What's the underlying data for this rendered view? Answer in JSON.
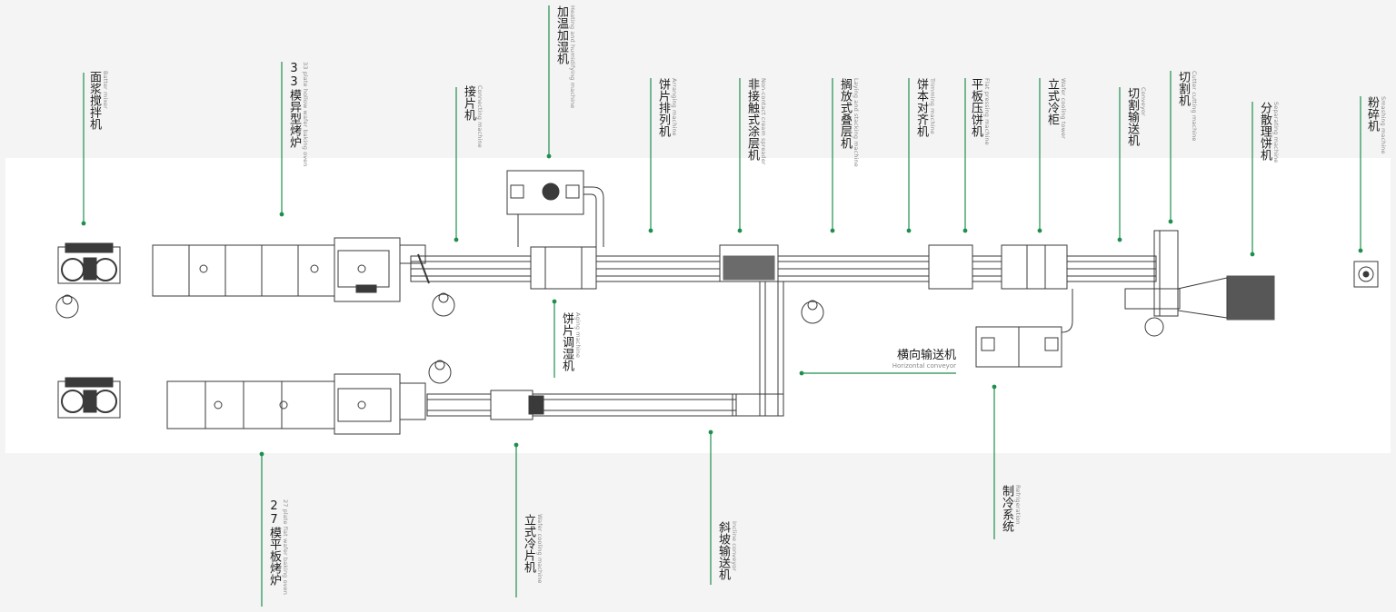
{
  "colors": {
    "leader": "#1e8f4e",
    "machine": "#3a3a3a",
    "band": "#ffffff",
    "page": "#f4f4f4"
  },
  "labels": {
    "batter_mixer": {
      "zh": "面浆搅拌机",
      "en": "Batter mixer"
    },
    "oven_33": {
      "zh": "33模异型烤炉",
      "en": "33 plate hollow wafer baking oven"
    },
    "connecting": {
      "zh": "接片机",
      "en": "Connecting machine"
    },
    "heating": {
      "zh": "加温加湿机",
      "en": "Heating and humidifying machine"
    },
    "arranging": {
      "zh": "饼片排列机",
      "en": "Arranging machine"
    },
    "cream_spreader": {
      "zh": "非接触式涂层机",
      "en": "Non-contact cream spreader"
    },
    "stacking": {
      "zh": "搁放式叠层机",
      "en": "Laying and stacking machine"
    },
    "trimming": {
      "zh": "饼本对齐机",
      "en": "Trimming machine"
    },
    "flat_pressing": {
      "zh": "平板压饼机",
      "en": "Flat pressing machine"
    },
    "cooling_tower": {
      "zh": "立式冷柜",
      "en": "Wafer cooling tower"
    },
    "conveyor": {
      "zh": "切割输送机",
      "en": "Conveyor"
    },
    "cutting": {
      "zh": "切割机",
      "en": "Cutter cutting machine"
    },
    "separating": {
      "zh": "分散理饼机",
      "en": "Separating machine"
    },
    "smashing": {
      "zh": "粉碎机",
      "en": "Smashing machine"
    },
    "aging": {
      "zh": "饼片调湿机",
      "en": "Aging machine"
    },
    "horizontal": {
      "zh": "横向输送机",
      "en": "Horizontal conveyor"
    },
    "oven_27": {
      "zh": "27模平板烤炉",
      "en": "27 plate flat wafer baking oven"
    },
    "wafer_cooling": {
      "zh": "立式冷片机",
      "en": "Wafer cooling machine"
    },
    "incline": {
      "zh": "斜坡输送机",
      "en": "Incline conveyor"
    },
    "refrigeration": {
      "zh": "制冷系统",
      "en": "Refrigeration"
    }
  }
}
